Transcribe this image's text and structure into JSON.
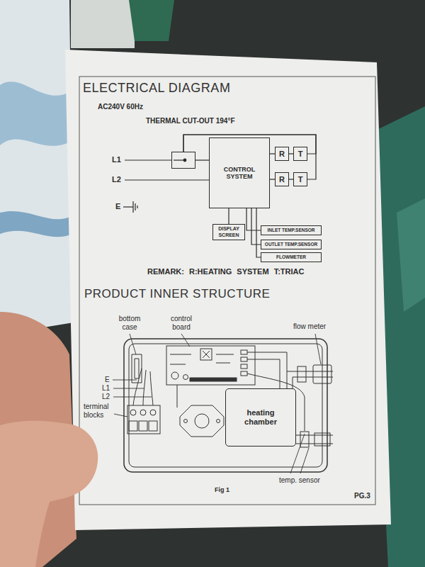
{
  "diagram": {
    "title": "ELECTRICAL DIAGRAM",
    "nodes": [
      {
        "text": [
          "THERMAL CUT-OUT 194°F"
        ]
      },
      {
        "text": [
          "CONTROL SYSTEM"
        ]
      },
      {
        "text": [
          "R"
        ]
      },
      {
        "text": [
          "T"
        ]
      },
      {
        "text": [
          "R"
        ]
      },
      {
        "text": [
          "T"
        ]
      },
      {
        "text": [
          "DISPLAY SCREEN"
        ]
      },
      {
        "text": [
          "INLET TEMP.SENSOR"
        ]
      },
      {
        "text": [
          "OUTLET TEMP.SENSOR"
        ]
      },
      {
        "text": [
          "FLOWMETER"
        ]
      },
      {
        "text": [
          "heating chamber"
        ]
      }
    ],
    "edges": [
      {
        "from": 0,
        "to": 1,
        "arrow": "none"
      },
      {
        "from": 1,
        "to": 2,
        "arrow": "none"
      },
      {
        "from": 2,
        "to": 3,
        "arrow": "none"
      },
      {
        "from": 1,
        "to": 4,
        "arrow": "none"
      },
      {
        "from": 4,
        "to": 5,
        "arrow": "none"
      },
      {
        "from": 0,
        "to": 3,
        "arrow": "none"
      },
      {
        "from": 0,
        "to": 5,
        "arrow": "none"
      },
      {
        "from": 1,
        "to": 6,
        "arrow": "none"
      },
      {
        "from": 1,
        "to": 7,
        "arrow": "none"
      },
      {
        "from": 1,
        "to": 8,
        "arrow": "none"
      },
      {
        "from": 1,
        "to": 9,
        "arrow": "none"
      }
    ],
    "labels": [
      "AC240V 60Hz",
      "L1",
      "L2",
      "E",
      "REMARK: R:HEATING SYSTEM T:TRIAC",
      "PRODUCT INNER STRUCTURE",
      "bottom case",
      "control board",
      "flow meter",
      "E",
      "L1",
      "L2",
      "terminal blocks",
      "temp. sensor",
      "Fig 1",
      "PG.3"
    ]
  }
}
